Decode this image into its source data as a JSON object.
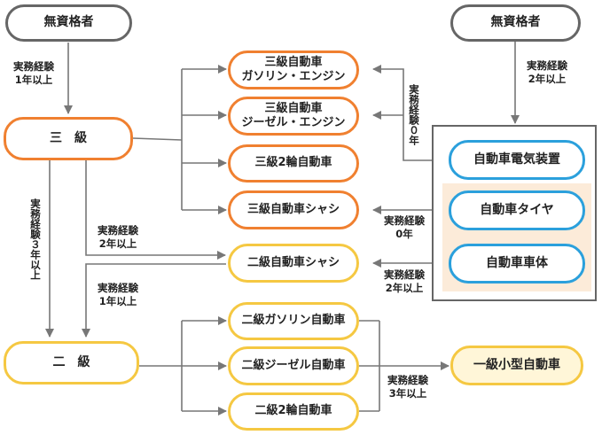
{
  "nodes": {
    "unq_left": "無資格者",
    "unq_right": "無資格者",
    "sankyu": "三　級",
    "nikyu": "二　級",
    "s_gas": "三級自動車\nガソリン・エンジン",
    "s_diesel": "三級自動車\nジーゼル・エンジン",
    "s_2wheel": "三級2輪自動車",
    "s_chassis": "三級自動車シャシ",
    "n_chassis": "二級自動車シャシ",
    "n_gas": "二級ガソリン自動車",
    "n_diesel": "二級ジーゼル自動車",
    "n_2wheel": "二級2輪自動車",
    "ikkyu_small": "一級小型自動車",
    "b_electric": "自動車電気装置",
    "b_tire": "自動車タイヤ",
    "b_body": "自動車車体"
  },
  "labels": {
    "exp_1y_a": "実務経験\n1年以上",
    "exp_2y_right": "実務経験\n2年以上",
    "exp_0y_vert": "実務経験０年",
    "exp_3y_vert": "実務経験３年以上",
    "exp_2y_mid": "実務経験\n2年以上",
    "exp_0y_tire": "実務経験\n0年",
    "exp_2y_body": "実務経験\n2年以上",
    "exp_1y_b": "実務経験\n1年以上",
    "exp_3y_final": "実務経験\n3年以上"
  }
}
